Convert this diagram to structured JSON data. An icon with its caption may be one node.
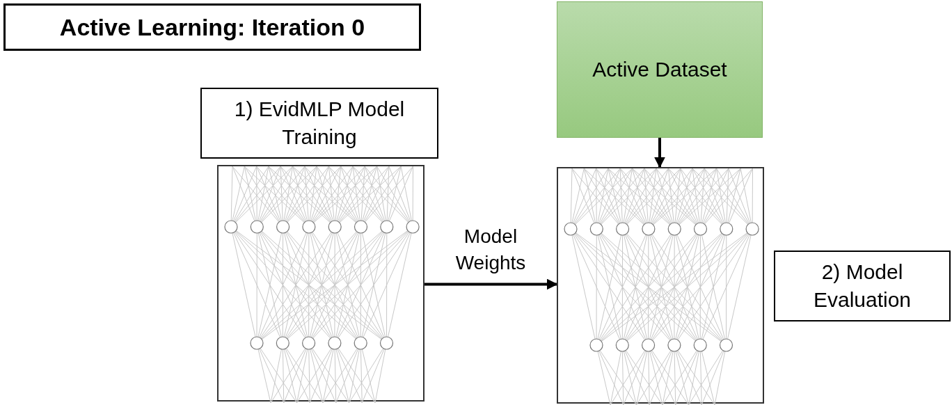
{
  "diagram": {
    "title": "Active Learning: Iteration 0",
    "nodes": [
      {
        "text": [
          "1) EvidMLP Model Training"
        ]
      },
      {
        "text": [],
        "shape": "picture"
      },
      {
        "text": [
          "Active Dataset"
        ]
      },
      {
        "text": [],
        "shape": "picture"
      },
      {
        "text": [
          "2) Model Evaluation"
        ]
      }
    ],
    "edges": [
      {
        "from": 1,
        "to": 3,
        "arrow": "to",
        "label": "Model Weights"
      },
      {
        "from": 2,
        "to": 3,
        "arrow": "to"
      }
    ]
  }
}
